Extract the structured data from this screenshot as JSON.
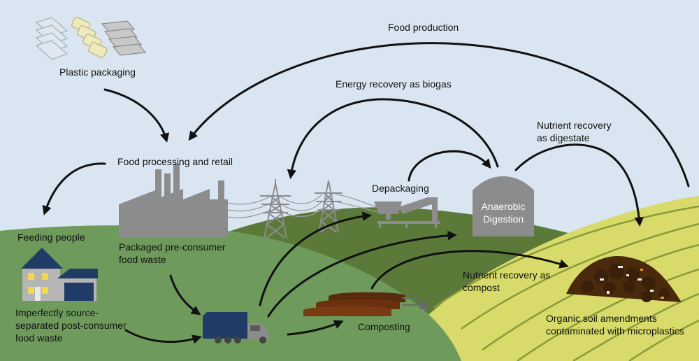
{
  "labels": {
    "plastic_packaging": "Plastic packaging",
    "food_production": "Food production",
    "energy_recovery": "Energy recovery as biogas",
    "nutrient_digestate_line1": "Nutrient recovery",
    "nutrient_digestate_line2": "as digestate",
    "food_processing": "Food processing and retail",
    "feeding_people": "Feeding people",
    "depackaging": "Depackaging",
    "anaerobic_line1": "Anaerobic",
    "anaerobic_line2": "Digestion",
    "packaged_line1": "Packaged pre-consumer",
    "packaged_line2": "food waste",
    "imperfect_line1": "Imperfectly source-",
    "imperfect_line2": "separated post-consumer",
    "imperfect_line3": "food waste",
    "nutrient_compost_line1": "Nutrient recovery as",
    "nutrient_compost_line2": "compost",
    "composting": "Composting",
    "soil_line1": "Organic soil amendments",
    "soil_line2": "contaminated with microplastics"
  },
  "colors": {
    "sky": "#d9e6f2",
    "hill_left": "#6e9a5c",
    "hill_mid": "#5b7a3a",
    "field_yellow": "#d8db6a",
    "field_lines": "#8a9a3a",
    "buildings": "#8c8c8c",
    "truck": "#1f3b66",
    "compost_brown": "#7a3b12",
    "house_wall": "#b5b5b5",
    "house_roof": "#1f3b66",
    "windows": "#f2d84a"
  }
}
